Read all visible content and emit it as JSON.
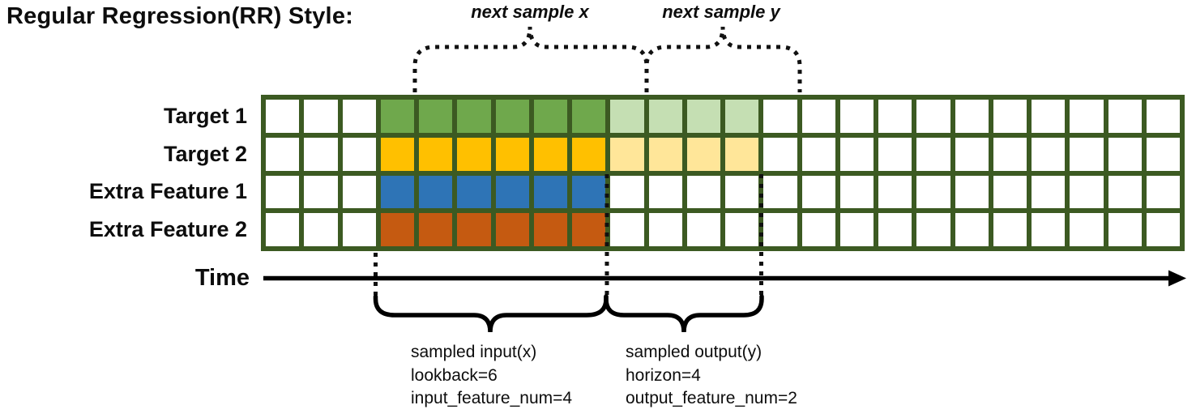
{
  "title": "Regular Regression(RR) Style:",
  "annotations": {
    "next_sample_x": "next sample x",
    "next_sample_y": "next sample y",
    "time_label": "Time"
  },
  "grid": {
    "columns": 24,
    "empty_before": 3,
    "lookback": 6,
    "horizon": 4,
    "rows": [
      {
        "label": "Target 1",
        "input_color": "#6FA84C",
        "output_color": "#C5DFB3"
      },
      {
        "label": "Target 2",
        "input_color": "#FFC000",
        "output_color": "#FFE699"
      },
      {
        "label": "Extra Feature 1",
        "input_color": "#2E74B6",
        "output_color": null
      },
      {
        "label": "Extra Feature 2",
        "input_color": "#C55A11",
        "output_color": null
      }
    ]
  },
  "colors": {
    "grid_line": "#3C5A22",
    "brace_black": "#000000"
  },
  "caption_left": {
    "line1": "sampled input(x)",
    "line2": "lookback=6",
    "line3": "input_feature_num=4"
  },
  "caption_right": {
    "line1": "sampled output(y)",
    "line2": "horizon=4",
    "line3": "output_feature_num=2"
  }
}
